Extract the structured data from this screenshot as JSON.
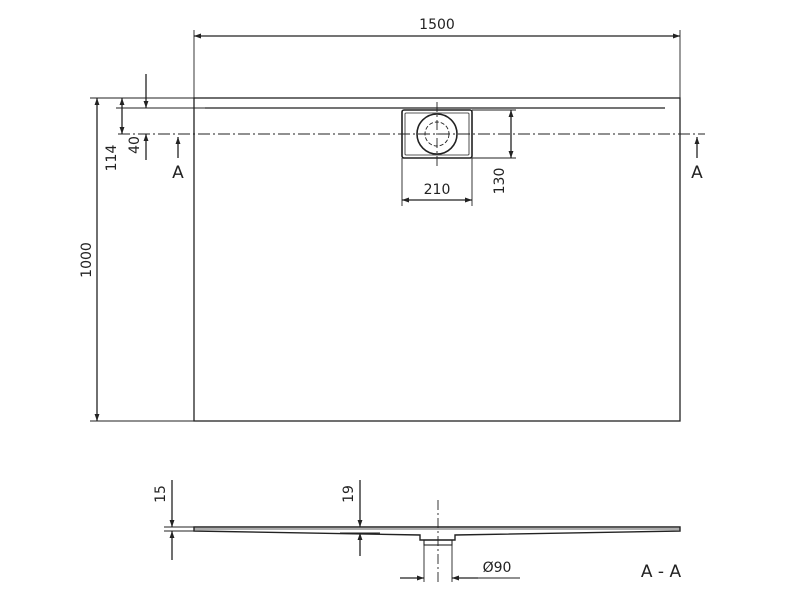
{
  "colors": {
    "line": "#222222",
    "background": "#ffffff"
  },
  "dimensions": {
    "width": "1500",
    "height": "1000",
    "offset_114": "114",
    "offset_40": "40",
    "drain_width": "210",
    "drain_depth": "130",
    "thickness_15": "15",
    "thickness_19": "19",
    "drain_diameter": "Ø90"
  },
  "section_labels": {
    "marker_left": "A",
    "marker_right": "A",
    "section_title": "A - A"
  }
}
